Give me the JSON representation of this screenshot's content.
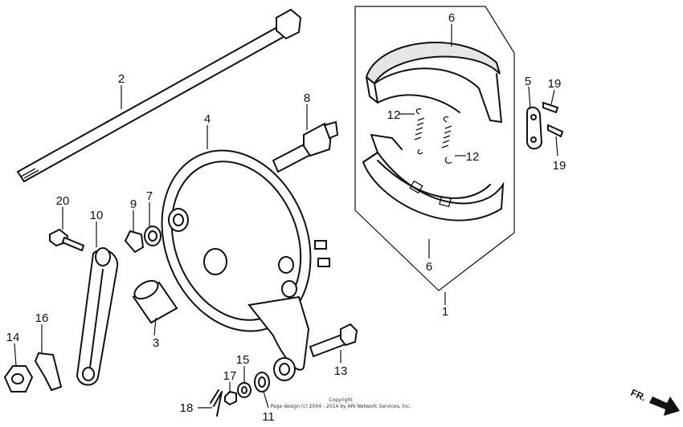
{
  "labels": {
    "p1": "1",
    "p2": "2",
    "p3": "3",
    "p4": "4",
    "p5": "5",
    "p6a": "6",
    "p6b": "6",
    "p7": "7",
    "p8": "8",
    "p9": "9",
    "p10": "10",
    "p11": "11",
    "p12a": "12",
    "p12b": "12",
    "p13": "13",
    "p14": "14",
    "p15": "15",
    "p16": "16",
    "p17": "17",
    "p18": "18",
    "p19a": "19",
    "p19b": "19",
    "p20": "20"
  },
  "copyright": {
    "line1": "Copyright",
    "line2": "Page design (c) 2004 - 2014 by ARI Network Services, Inc."
  },
  "direction": {
    "label": "FR."
  }
}
